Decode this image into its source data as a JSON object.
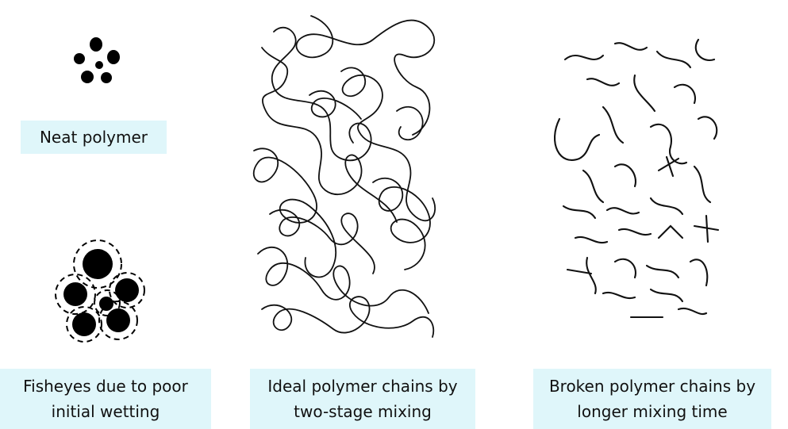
{
  "labels": {
    "neat": "Neat polymer",
    "fisheyes_line1": "Fisheyes due to poor",
    "fisheyes_line2": "initial wetting",
    "ideal_line1": "Ideal polymer chains by",
    "ideal_line2": "two-stage mixing",
    "broken_line1": "Broken polymer chains by",
    "broken_line2": "longer mixing time"
  },
  "colors": {
    "label_background": "#dff6fa",
    "ink": "#111111",
    "background": "#ffffff"
  }
}
